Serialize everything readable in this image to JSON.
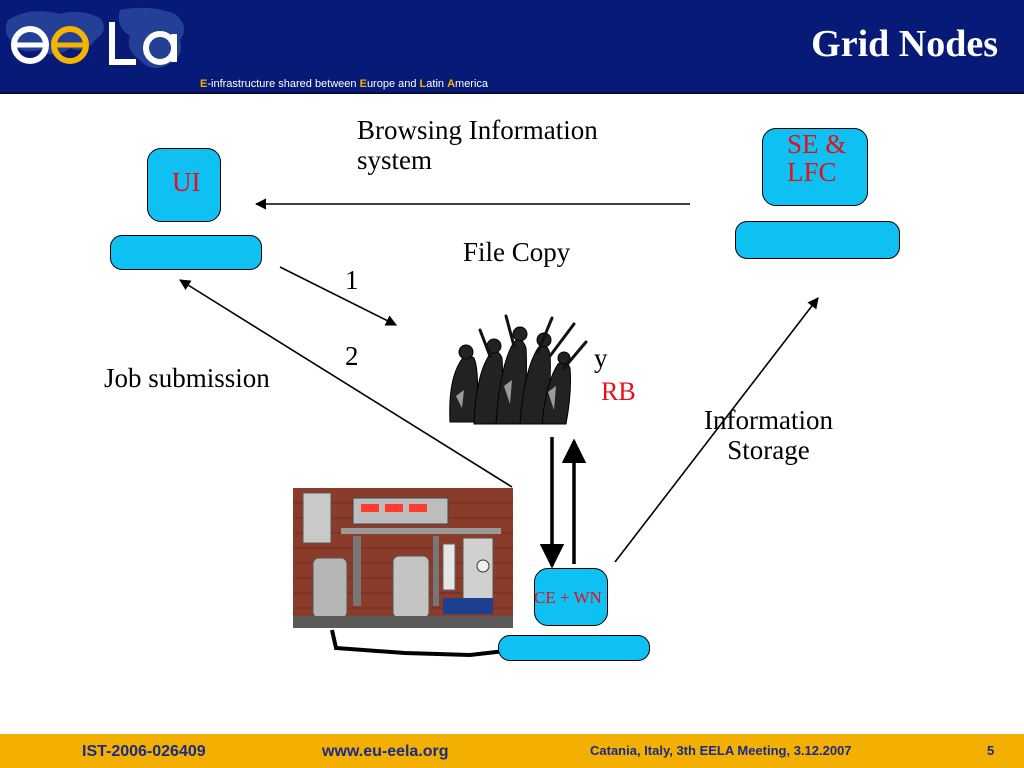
{
  "header": {
    "logo_text": "ee LA",
    "tagline": {
      "p1": "E",
      "p2": "-infrastructure shared between ",
      "p3": "E",
      "p4": "urope and ",
      "p5": "L",
      "p6": "atin ",
      "p7": "A",
      "p8": "merica"
    },
    "title": "Grid Nodes"
  },
  "diagram": {
    "browsing_info_line1": "Browsing Information",
    "browsing_info_line2": "system",
    "file_copy": "File Copy",
    "step1": "1",
    "step2": "2",
    "partial_y": "y",
    "job_submission": "Job submission",
    "info_storage_line1": "Information",
    "info_storage_line2": "Storage",
    "ui_label": "UI",
    "se_label_line1": "SE &",
    "se_label_line2": "LFC",
    "rb_label": "RB",
    "ce_label": "CE + WN"
  },
  "footer": {
    "project_id": "IST-2006-026409",
    "url": "www.eu-eela.org",
    "meeting": "Catania, Italy, 3th EELA Meeting, 3.12.2007",
    "page_number": "5"
  },
  "colors": {
    "header_bg": "#071a77",
    "node_fill": "#0fc1f2",
    "label_red": "#e3111b",
    "footer_bg": "#f3b000",
    "footer_text": "#1a2a8c"
  }
}
